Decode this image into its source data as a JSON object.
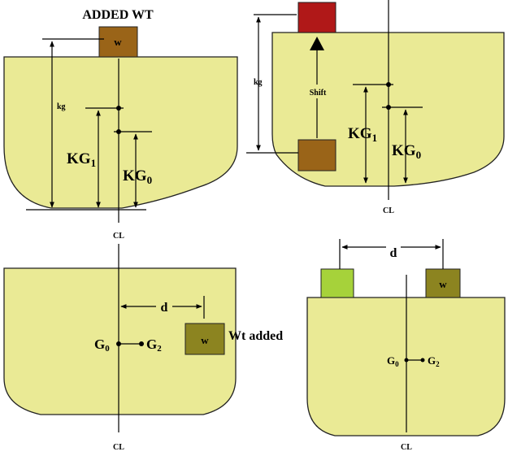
{
  "colors": {
    "hull": "#eaea95",
    "weight_brown": "#9a6418",
    "weight_olive": "#8c8420",
    "weight_green": "#a6d23a",
    "weight_red": "#b01818"
  },
  "panel1": {
    "title": "ADDED WT",
    "weight_label": "w",
    "kg_label": "kg",
    "kg1_main": "KG",
    "kg1_sub": "1",
    "kg0_main": "KG",
    "kg0_sub": "0",
    "cl_label": "CL"
  },
  "panel2": {
    "kg_label": "kg",
    "shift_label": "Shift",
    "kg1_main": "KG",
    "kg1_sub": "1",
    "kg0_main": "KG",
    "kg0_sub": "0",
    "cl_label": "CL"
  },
  "panel3": {
    "d_label": "d",
    "weight_label": "w",
    "wt_added_label": "Wt added",
    "g0_main": "G",
    "g0_sub": "0",
    "g2_main": "G",
    "g2_sub": "2",
    "cl_label": "CL"
  },
  "panel4": {
    "d_label": "d",
    "weight_label": "w",
    "g0_main": "G",
    "g0_sub": "0",
    "g2_main": "G",
    "g2_sub": "2",
    "cl_label": "CL"
  }
}
